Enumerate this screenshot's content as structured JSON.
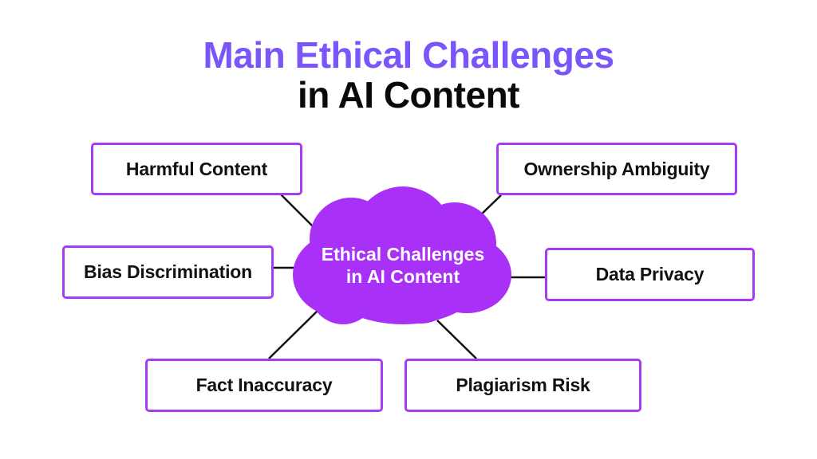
{
  "title": {
    "line1": "Main Ethical Challenges",
    "line2": "in AI Content"
  },
  "colors": {
    "title_accent": "#7a55fa",
    "cloud": "#a931f7",
    "box_border": "#a63af5",
    "connector": "#111111"
  },
  "center": {
    "icon": "cloud-shape",
    "line1": "Ethical Challenges",
    "line2": "in AI Content"
  },
  "nodes": [
    {
      "id": "harmful-content",
      "label": "Harmful Content"
    },
    {
      "id": "ownership-ambiguity",
      "label": "Ownership Ambiguity"
    },
    {
      "id": "bias-discrimination",
      "label": "Bias Discrimination"
    },
    {
      "id": "data-privacy",
      "label": "Data Privacy"
    },
    {
      "id": "fact-inaccuracy",
      "label": "Fact Inaccuracy"
    },
    {
      "id": "plagiarism-risk",
      "label": "Plagiarism Risk"
    }
  ]
}
